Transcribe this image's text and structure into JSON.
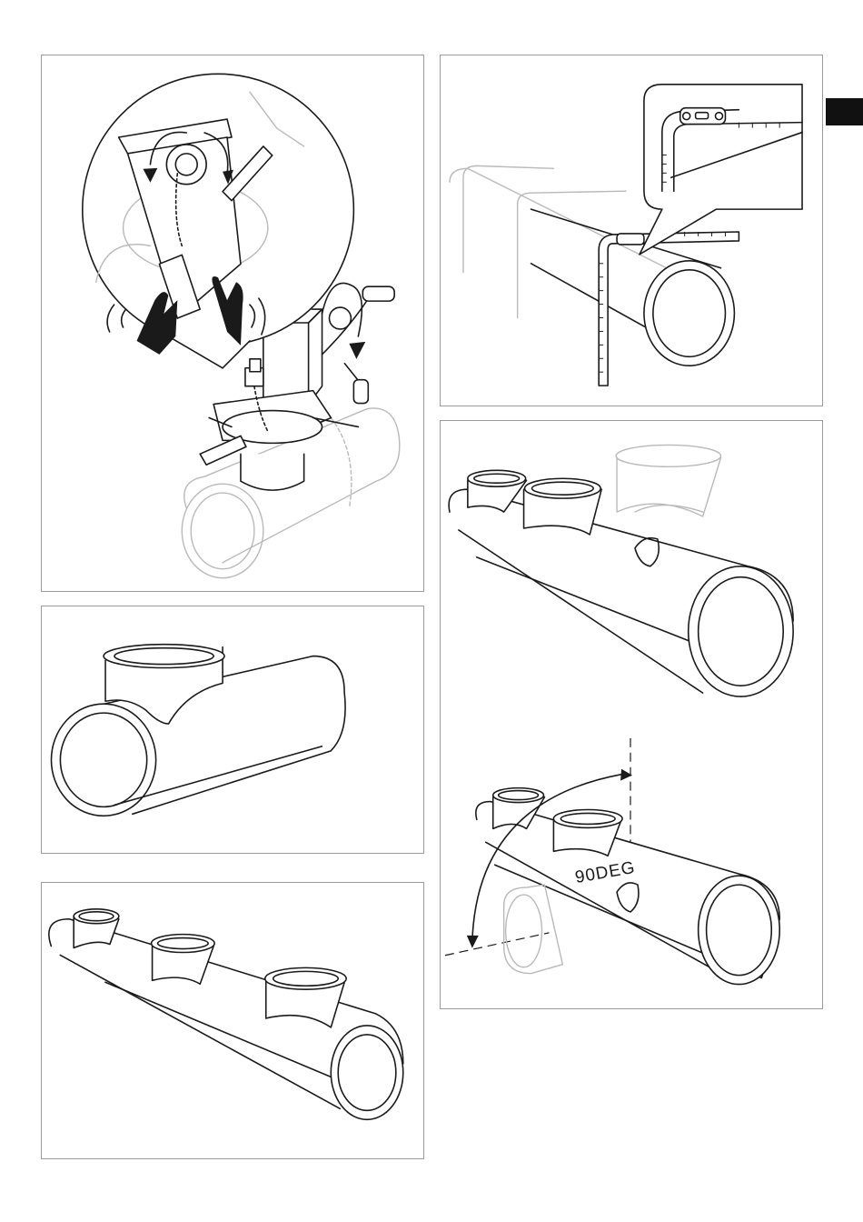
{
  "side_tab": {
    "color": "#111111"
  },
  "figures": {
    "fig1": {
      "icon": "saddle-cutter-chain-tool-illustration"
    },
    "fig2": {
      "icon": "tee-pipe-illustration"
    },
    "fig3": {
      "icon": "pipe-with-three-branches-illustration"
    },
    "fig4": {
      "icon": "pipe-measuring-gauge-illustration"
    },
    "fig5": {
      "icon": "branch-orientation-illustration",
      "angle_label": "90DEG"
    }
  }
}
